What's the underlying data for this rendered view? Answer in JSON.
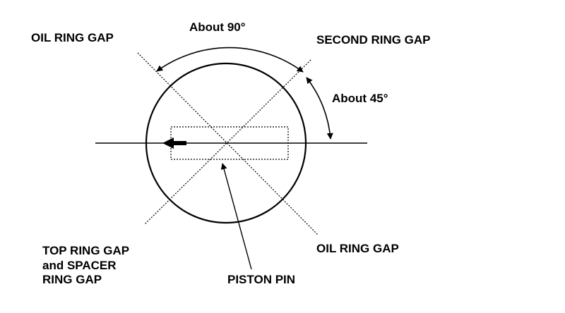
{
  "labels": {
    "oil_ring_gap_left": "OIL RING GAP",
    "about_90": "About 90°",
    "second_ring_gap": "SECOND RING GAP",
    "about_45": "About 45°",
    "top_ring_gap_line1": "TOP RING GAP",
    "top_ring_gap_line2": "and SPACER",
    "top_ring_gap_line3": "RING GAP",
    "oil_ring_gap_right": "OIL RING GAP",
    "piston_pin": "PISTON PIN"
  },
  "colors": {
    "ink": "#000000",
    "background": "#ffffff"
  }
}
